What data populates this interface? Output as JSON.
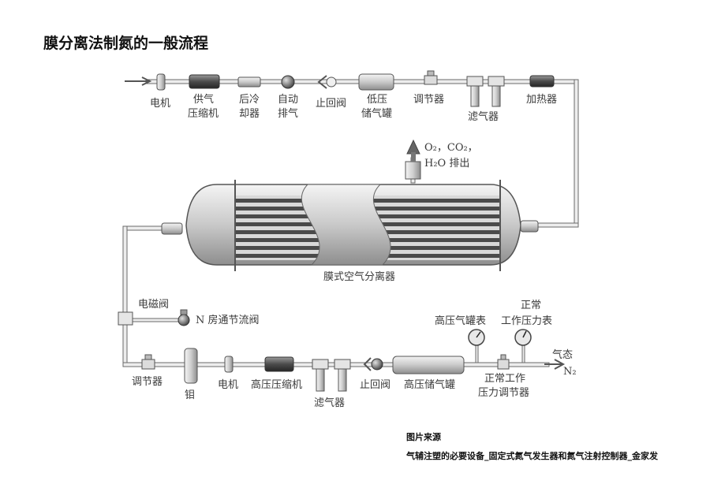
{
  "title": "膜分离法制氮的一般流程",
  "top_labels": {
    "motor": "电机",
    "compressor_1": "供气",
    "compressor_2": "压缩机",
    "aftercooler_1": "后冷",
    "aftercooler_2": "却器",
    "autodrain_1": "自动",
    "autodrain_2": "排气",
    "check_valve": "止回阀",
    "low_tank_1": "低压",
    "low_tank_2": "储气罐",
    "regulator": "调节器",
    "filter": "滤气器",
    "heater": "加热器"
  },
  "exhaust": {
    "line1": "O₂，CO₂，",
    "line2": "H₂O 排出"
  },
  "separator_label": "膜式空气分离器",
  "bottom_labels": {
    "solenoid_valve": "电磁阀",
    "n_valve": "N 房通节流阀",
    "regulator": "调节器",
    "tank": "钼",
    "motor": "电机",
    "hp_compressor": "高压压缩机",
    "filter": "滤气器",
    "check_valve": "止回阀",
    "hp_tank": "高压储气罐",
    "hp_gauge": "高压气罐表",
    "work_gauge_1": "正常",
    "work_gauge_2": "工作压力表",
    "work_reg_1": "正常工作",
    "work_reg_2": "压力调节器",
    "output_1": "气态",
    "output_2": "N₂"
  },
  "credit": {
    "heading": "图片来源",
    "source": "气辅注塑的必要设备_固定式氮气发生器和氮气注射控制器_金家发"
  }
}
